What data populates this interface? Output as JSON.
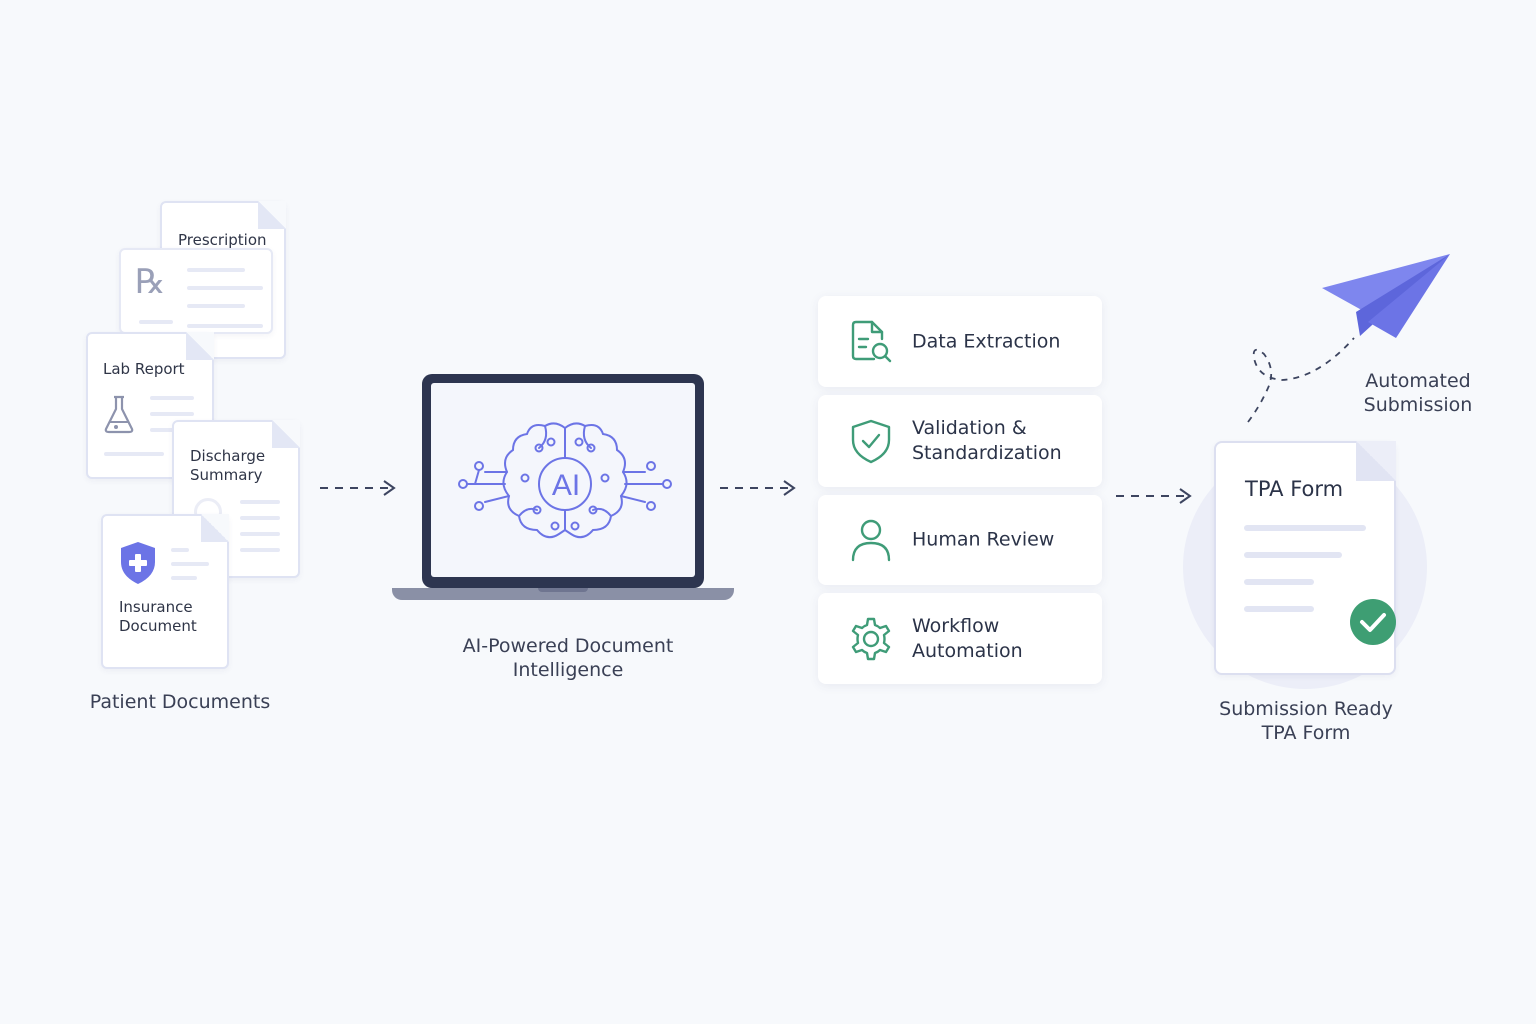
{
  "documents": {
    "prescription": "Prescription",
    "lab_report": "Lab Report",
    "discharge_summary": "Discharge Summary",
    "insurance_document": "Insurance Document",
    "caption": "Patient Documents"
  },
  "ai": {
    "badge": "AI",
    "caption": "AI-Powered Document Intelligence"
  },
  "steps": [
    {
      "label": "Data Extraction",
      "icon": "document-search-icon"
    },
    {
      "label": "Validation & Standardization",
      "icon": "shield-check-icon"
    },
    {
      "label": "Human Review",
      "icon": "person-icon"
    },
    {
      "label": "Workflow Automation",
      "icon": "gear-icon"
    }
  ],
  "output": {
    "form_title": "TPA Form",
    "caption": "Submission Ready TPA Form",
    "submission_label": "Automated Submission"
  },
  "colors": {
    "accent_purple": "#6c74e6",
    "accent_green": "#3f9c78",
    "check_green": "#3e9e73",
    "laptop_frame": "#2d3550"
  }
}
